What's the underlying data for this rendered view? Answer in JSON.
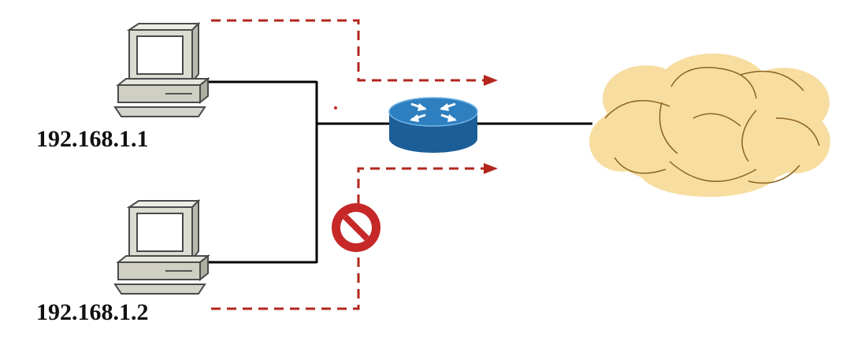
{
  "hosts": [
    {
      "id": "pc1",
      "ip": "192.168.1.1",
      "traffic": "allowed"
    },
    {
      "id": "pc2",
      "ip": "192.168.1.2",
      "traffic": "blocked"
    }
  ],
  "icons": {
    "computer": "computer-icon",
    "router": "router-icon",
    "cloud": "internet-cloud-icon",
    "blocked": "no-entry-icon"
  },
  "colors": {
    "flow_arrow": "#b3261e",
    "blocked_sign": "#c62828",
    "router_top": "#2e7fbf",
    "router_side": "#1c5e97",
    "cloud_fill": "#f7dda0",
    "cloud_stroke": "#8a6520",
    "computer_body": "#d9d9cf",
    "wire": "#000000"
  }
}
